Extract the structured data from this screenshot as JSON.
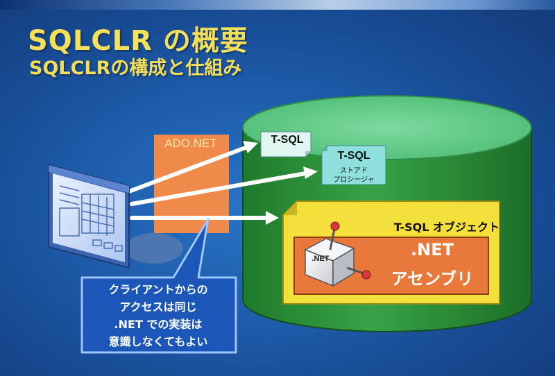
{
  "slide": {
    "title": "SQLCLR の概要",
    "subtitle": "SQLCLRの構成と仕組み"
  },
  "diagram": {
    "ado_label": "ADO.NET",
    "tsql_note": "T-SQL",
    "stored_proc": {
      "title": "T-SQL",
      "lines": [
        "ストアド",
        "プロシージャ"
      ]
    },
    "object_label": "T-SQL オブジェクト",
    "assembly": {
      "lines": [
        ".NET",
        "アセンブリ"
      ],
      "cube_label": ".NET"
    },
    "callout": {
      "lines": [
        "クライアントからの",
        "アクセスは同じ",
        ".NET での実装は",
        "意識しなくてもよい"
      ]
    }
  },
  "colors": {
    "background": "#1f5fae",
    "title": "#f4e05a",
    "database": "#2f8f3a",
    "database_top": "#5fc37a",
    "ado_box": "#f08a4b",
    "object_box": "#f5df3a",
    "assembly_box": "#e8793a",
    "callout": "#1c56b8",
    "note": "#dff6f3"
  }
}
